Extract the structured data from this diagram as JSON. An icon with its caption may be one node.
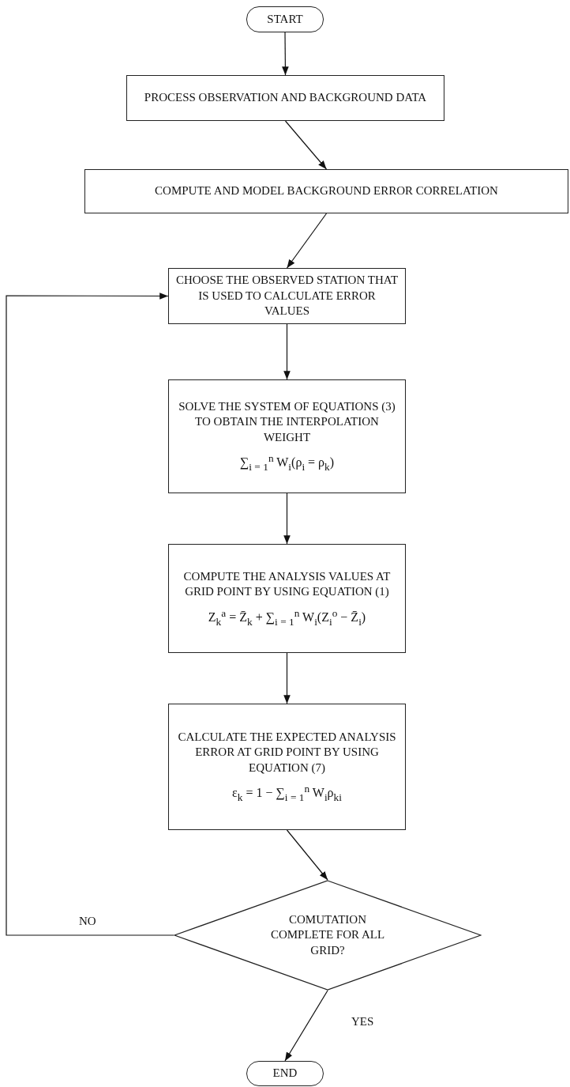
{
  "diagram": {
    "nodes": [
      {
        "text": [
          "START"
        ]
      },
      {
        "text": [
          "PROCESS OBSERVATION AND BACKGROUND DATA"
        ]
      },
      {
        "text": [
          "COMPUTE AND MODEL BACKGROUND ERROR CORRELATION"
        ]
      },
      {
        "text": [
          "CHOOSE THE OBSERVED STATION THAT IS USED TO CALCULATE ERROR VALUES"
        ]
      },
      {
        "text": [
          "SOLVE THE SYSTEM OF EQUATIONS (3) TO OBTAIN THE INTERPOLATION WEIGHT",
          "∑$_{i = 1}$$^{n}$ W$_{i}$(ρ$_{i}$ = ρ$_{k}$)"
        ]
      },
      {
        "text": [
          "COMPUTE THE ANALYSIS VALUES AT GRID POINT BY USING EQUATION (1)",
          "Z$_{k}$$^{a}$ = Z̄$_{k}$ + ∑$_{i = 1}$$^{n}$ W$_{i}$(Z$_{i}$$^{o}$ − Z̄$_{i}$)"
        ]
      },
      {
        "text": [
          "CALCULATE THE EXPECTED ANALYSIS ERROR AT GRID POINT BY USING EQUATION (7)",
          "ε$_{k}$ = 1 − ∑$_{i = 1}$$^{n}$ W$_{i}$ρ$_{ki}$"
        ]
      },
      {
        "text": [
          "COMUTATION COMPLETE FOR ALL GRID?"
        ]
      },
      {
        "text": [
          "END"
        ]
      }
    ],
    "edges": [
      {
        "from": 0,
        "to": 1,
        "arrow": "to"
      },
      {
        "from": 1,
        "to": 2,
        "arrow": "to"
      },
      {
        "from": 2,
        "to": 3,
        "arrow": "to"
      },
      {
        "from": 3,
        "to": 4,
        "arrow": "to"
      },
      {
        "from": 4,
        "to": 5,
        "arrow": "to"
      },
      {
        "from": 5,
        "to": 6,
        "arrow": "to"
      },
      {
        "from": 6,
        "to": 7,
        "arrow": "to"
      },
      {
        "from": 7,
        "to": 3,
        "arrow": "to",
        "label": "NO"
      },
      {
        "from": 7,
        "to": 8,
        "arrow": "to",
        "label": "YES"
      }
    ]
  }
}
